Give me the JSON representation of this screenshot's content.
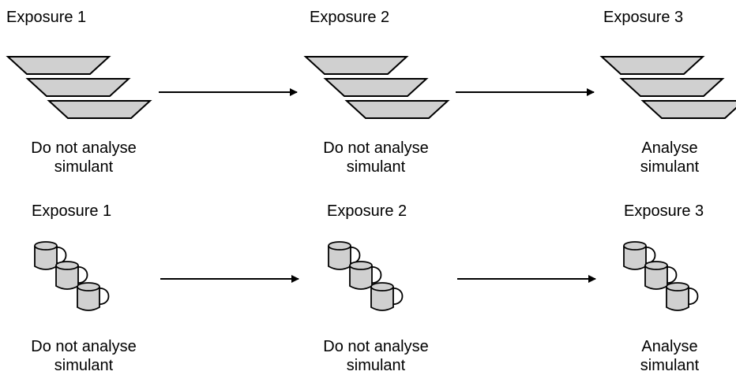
{
  "top_row": {
    "stages": [
      {
        "title": "Exposure 1",
        "caption_line1": "Do not analyse",
        "caption_line2": "simulant"
      },
      {
        "title": "Exposure 2",
        "caption_line1": "Do not analyse",
        "caption_line2": "simulant"
      },
      {
        "title": "Exposure 3",
        "caption_line1": "Analyse",
        "caption_line2": "simulant"
      }
    ]
  },
  "bottom_row": {
    "stages": [
      {
        "title": "Exposure 1",
        "caption_line1": "Do not analyse",
        "caption_line2": "simulant"
      },
      {
        "title": "Exposure 2",
        "caption_line1": "Do not analyse",
        "caption_line2": "simulant"
      },
      {
        "title": "Exposure 3",
        "caption_line1": "Analyse",
        "caption_line2": "simulant"
      }
    ]
  },
  "colors": {
    "shape_fill": "#d0d0d0",
    "stroke": "#000000"
  }
}
